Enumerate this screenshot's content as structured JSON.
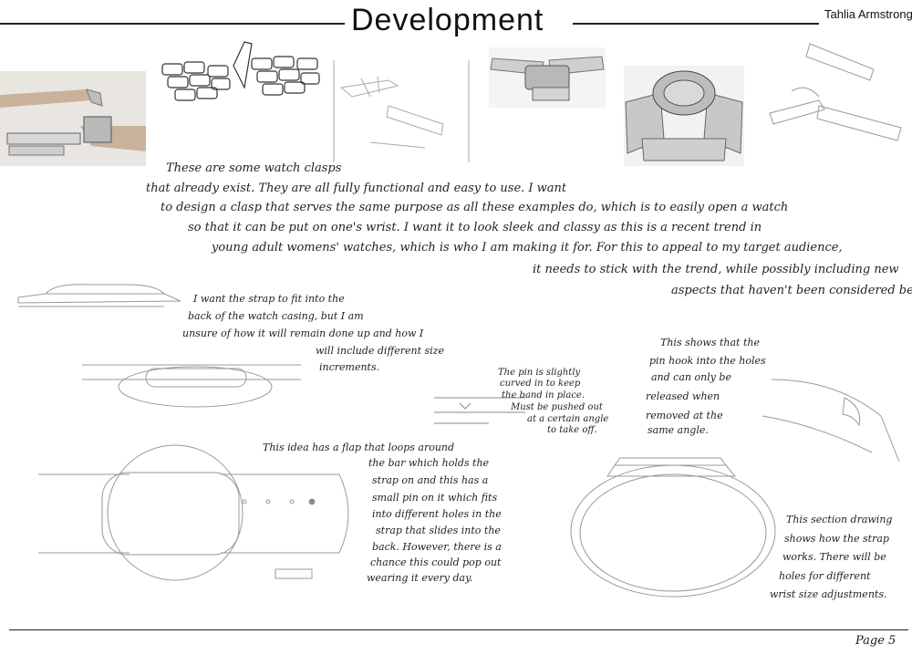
{
  "header": {
    "title": "Development",
    "author": "Tahlia Armstrong"
  },
  "intro": {
    "lines": [
      "These are some watch clasps",
      "that already exist. They are all fully functional and easy to use. I want",
      "to design a clasp that serves the same purpose as all these examples do, which is to easily open a watch",
      "so that it can be put on one's wrist. I want it to look sleek and classy as this is a recent trend in",
      "young adult womens' watches, which is who I am making it for. For this to appeal to my target audience,",
      "it needs to stick with the trend, while possibly including new",
      "aspects that haven't been considered before."
    ]
  },
  "notes": {
    "strap": [
      "I want the strap to fit into the",
      "back of the watch casing, but I am",
      "unsure of how it will remain done up and how I",
      "will include different size",
      "increments."
    ],
    "pin_curve": [
      "The pin is slightly",
      "curved in to keep",
      "the band in place.",
      "Must be pushed out",
      "at a certain angle",
      "to take off."
    ],
    "pin_hook": [
      "This shows that the",
      "pin hook into the holes",
      "and can only be",
      "released when",
      "removed at the",
      "same angle."
    ],
    "flap": [
      "This idea has a flap that loops around",
      "the bar which holds the",
      "strap on and this has a",
      "small pin on it which fits",
      "into different holes in the",
      "strap that slides into the",
      "back. However, there is a",
      "chance this could pop out",
      "wearing it every day."
    ],
    "section": [
      "This section drawing",
      "shows how the strap",
      "works. There will be",
      "holes for different",
      "wrist size adjustments."
    ]
  },
  "footer": {
    "page": "Page 5"
  }
}
